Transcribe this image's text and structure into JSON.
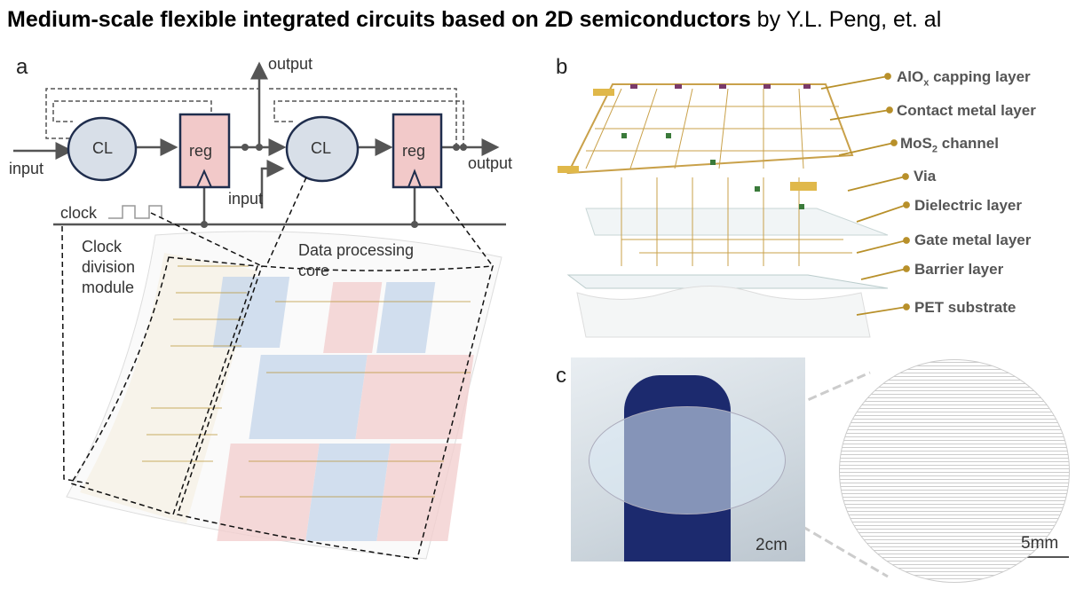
{
  "title": {
    "bold": "Medium-scale flexible integrated circuits based on 2D semiconductors",
    "rest": " by Y.L. Peng, et. al"
  },
  "panel_a": {
    "label": "a",
    "cl1": "CL",
    "cl2": "CL",
    "reg1": "reg",
    "reg2": "reg",
    "input1": "input",
    "input2": "input",
    "output_top": "output",
    "output_right": "output",
    "clock": "clock",
    "clock_division": "Clock division module",
    "data_core": "Data processing core"
  },
  "panel_b": {
    "label": "b",
    "layers": [
      {
        "main": "AlO",
        "sub": "x",
        "rest": " capping layer"
      },
      {
        "main": "Contact metal layer"
      },
      {
        "main": "MoS",
        "sub": "2",
        "rest": " channel"
      },
      {
        "main": "Via"
      },
      {
        "main": "Dielectric layer"
      },
      {
        "main": "Gate metal layer"
      },
      {
        "main": "Barrier layer"
      },
      {
        "main": "PET substrate"
      }
    ]
  },
  "panel_c": {
    "label": "c",
    "scale1": "2cm",
    "scale2": "5mm"
  },
  "colors": {
    "gold": "#b8902a",
    "reg_fill": "#f2c9c9",
    "cl_fill": "#d8dfe8",
    "outline": "#1f2d4d",
    "blue_region": "#c8d8ec",
    "pink_region": "#f3d0d0"
  }
}
